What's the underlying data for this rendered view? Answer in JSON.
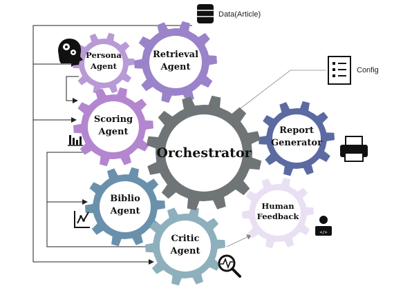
{
  "labels": {
    "data_article": "Data(Article)",
    "config": "Config"
  },
  "gears": {
    "orchestrator": {
      "text": "Orchestrator",
      "color": "#6f7577"
    },
    "retrieval": {
      "line1": "Retrieval",
      "line2": "Agent",
      "color": "#9a83c9"
    },
    "persona": {
      "line1": "Persona",
      "line2": "Agent",
      "color": "#b89ad6"
    },
    "scoring": {
      "line1": "Scoring",
      "line2": "Agent",
      "color": "#b486cf"
    },
    "report": {
      "line1": "Report",
      "line2": "Generator",
      "color": "#5c6aa2"
    },
    "human": {
      "line1": "Human",
      "line2": "Feedback",
      "color": "#e9e0f3"
    },
    "biblio": {
      "line1": "Biblio",
      "line2": "Agent",
      "color": "#6a91ac"
    },
    "critic": {
      "line1": "Critic",
      "line2": "Agent",
      "color": "#8eb0bd"
    }
  },
  "icons": [
    "database-icon",
    "config-list-icon",
    "head-gears-icon",
    "bar-chart-icon",
    "printer-icon",
    "line-chart-icon",
    "user-laptop-icon",
    "magnifier-chart-icon"
  ]
}
